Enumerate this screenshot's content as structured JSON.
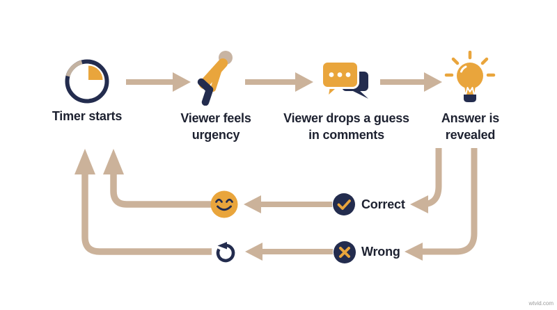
{
  "colors": {
    "navy": "#232c4e",
    "orange": "#e9a53c",
    "tan_connector": "#cbb29a",
    "tan_light": "#c3b2a1",
    "head_tan": "#c8b4a2",
    "text": "#1d2130",
    "background": "#ffffff"
  },
  "steps": [
    {
      "label": "Timer starts",
      "icon": "timer-icon"
    },
    {
      "label": "Viewer feels urgency",
      "icon": "person-urgency-icon"
    },
    {
      "label": "Viewer drops a guess in comments",
      "icon": "chat-comments-icon"
    },
    {
      "label": "Answer is revealed",
      "icon": "lightbulb-icon"
    }
  ],
  "outcomes": [
    {
      "label": "Correct",
      "badge_icon": "check-badge-icon",
      "result_icon": "smiley-icon"
    },
    {
      "label": "Wrong",
      "badge_icon": "x-badge-icon",
      "result_icon": "retry-icon"
    }
  ],
  "watermark": "wtvid.com"
}
